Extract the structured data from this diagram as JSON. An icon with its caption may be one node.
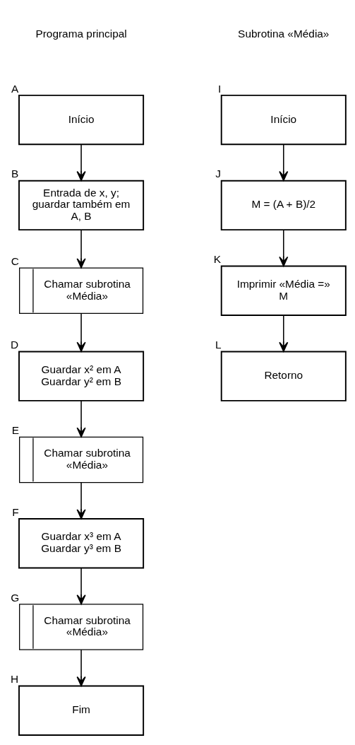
{
  "diagram": {
    "nodes": [
      {
        "text": [
          "Início"
        ],
        "beside": [
          "A"
        ]
      },
      {
        "text": [
          "Entrada de x, y; guardar também em A, B"
        ],
        "beside": [
          "B"
        ]
      },
      {
        "text": [
          "Chamar subrotina «Média»"
        ],
        "beside": [
          "C"
        ]
      },
      {
        "text": [
          "Guardar x² em A Guardar y² em B"
        ],
        "beside": [
          "D"
        ]
      },
      {
        "text": [
          "Chamar subrotina «Média»"
        ],
        "beside": [
          "E"
        ]
      },
      {
        "text": [
          "Guardar x³ em A Guardar y³ em B"
        ],
        "beside": [
          "F"
        ]
      },
      {
        "text": [
          "Chamar subrotina «Média»"
        ],
        "beside": [
          "G"
        ]
      },
      {
        "text": [
          "Fim"
        ],
        "beside": [
          "H"
        ]
      },
      {
        "text": [
          "Início"
        ],
        "beside": [
          "I"
        ]
      },
      {
        "text": [
          "M = (A + B)/2"
        ],
        "beside": [
          "J"
        ]
      },
      {
        "text": [
          "Imprimir «Média =» M"
        ],
        "beside": [
          "K"
        ]
      },
      {
        "text": [
          "Retorno"
        ],
        "beside": [
          "L"
        ]
      }
    ],
    "edges": [
      {
        "from": 0,
        "to": 1,
        "arrow": "to"
      },
      {
        "from": 1,
        "to": 2,
        "arrow": "to"
      },
      {
        "from": 2,
        "to": 3,
        "arrow": "to"
      },
      {
        "from": 3,
        "to": 4,
        "arrow": "to"
      },
      {
        "from": 4,
        "to": 5,
        "arrow": "to"
      },
      {
        "from": 5,
        "to": 6,
        "arrow": "to"
      },
      {
        "from": 6,
        "to": 7,
        "arrow": "to"
      },
      {
        "from": 8,
        "to": 9,
        "arrow": "to"
      },
      {
        "from": 9,
        "to": 10,
        "arrow": "to"
      },
      {
        "from": 10,
        "to": 11,
        "arrow": "to"
      }
    ],
    "labels": [
      "Programa principal",
      "Subrotina «Média»"
    ]
  }
}
